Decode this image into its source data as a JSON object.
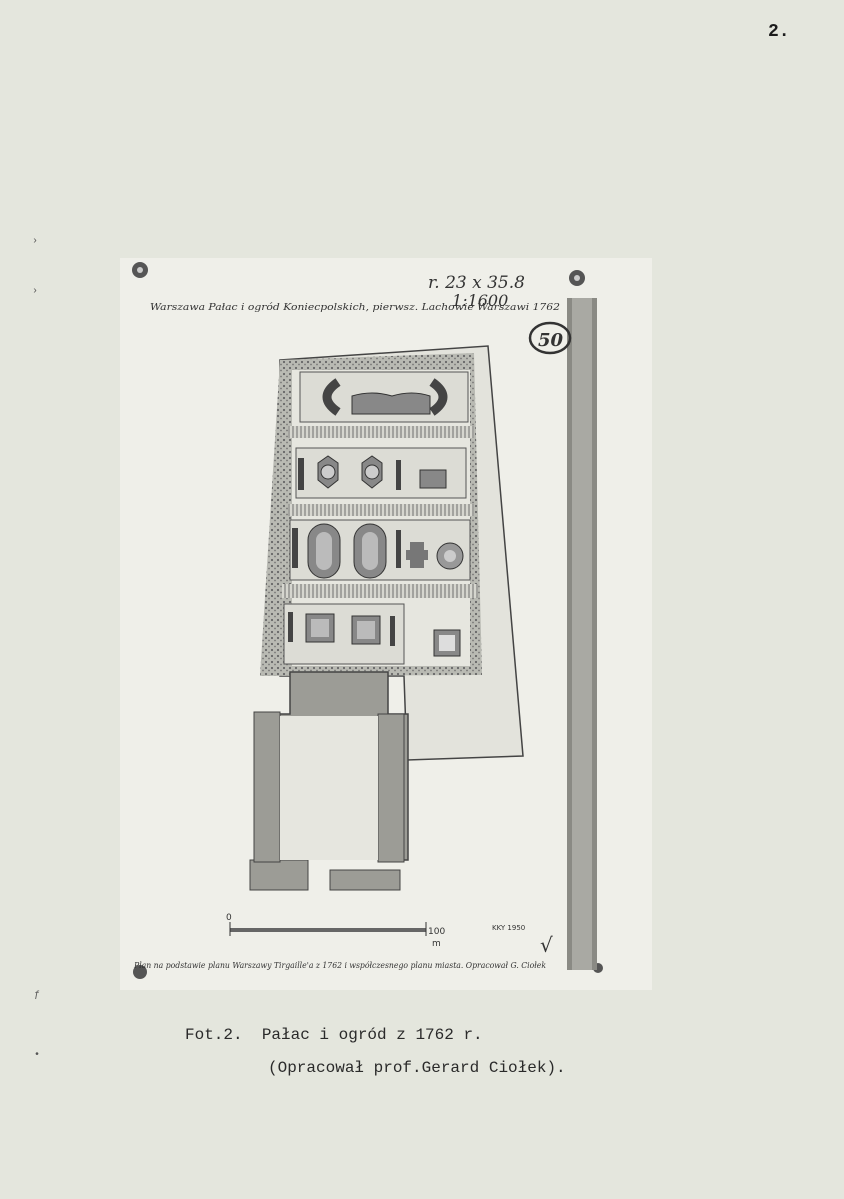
{
  "page": {
    "number": "2.",
    "caption": "Fot.2.  Pałac i ogród z 1762 r.",
    "credit": "(Opracował prof.Gerard Ciołek)."
  },
  "photo": {
    "handwritten_dimensions": "r. 23 x 35.8",
    "handwritten_scale": "1:1600",
    "handwritten_title": "Warszawa Pałac i ogród Koniecpolskich, pierwsz. Lachowie Warszawi 1762",
    "catalog_number": "50",
    "scale_zero": "0",
    "scale_hundred": "100",
    "scale_unit": "m",
    "signature": "KKY 1950",
    "bottom_note": "Plan na podstawie planu Warszawy Tirgaille'a z 1762 i współczesnego planu miasta. Opracował G. Ciołek"
  },
  "colors": {
    "paper": "#e4e6dd",
    "photo_paper": "#efefe9",
    "ink": "#555555",
    "dark": "#3a3a3a"
  }
}
